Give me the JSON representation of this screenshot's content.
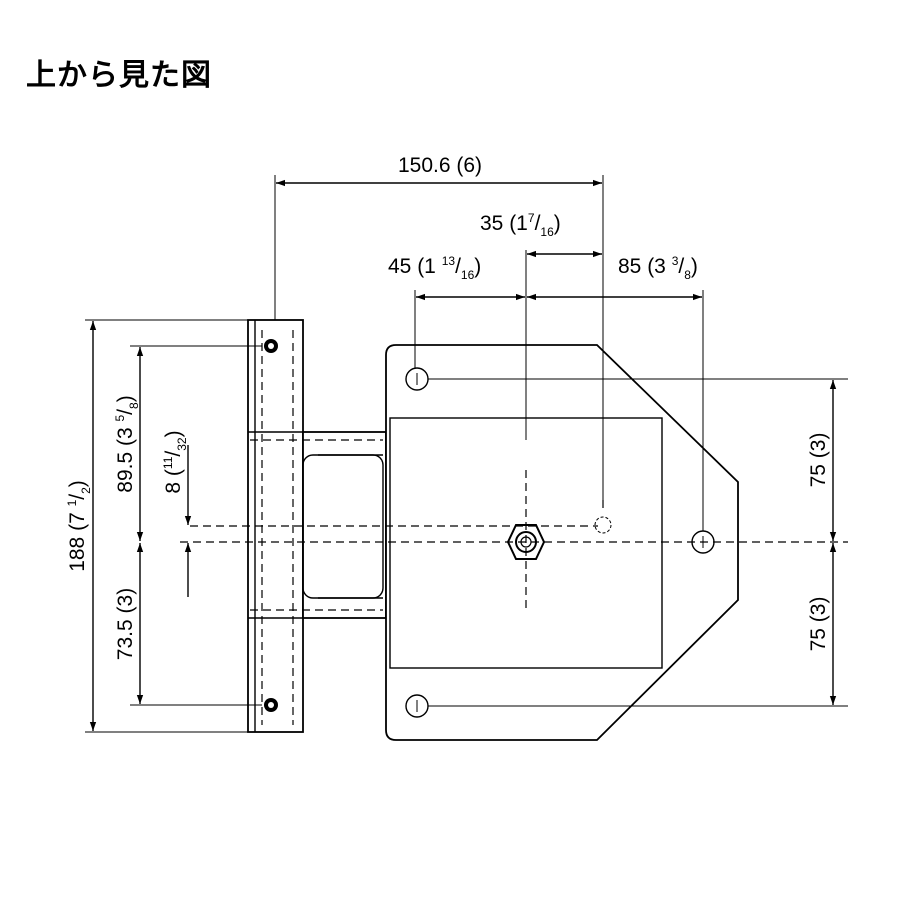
{
  "title": "上から見た図",
  "dimensions": {
    "overall_width": "150.6 (6)",
    "offset_35": {
      "main": "35 (1",
      "sup": "7",
      "slash": "/",
      "sub": "16",
      "close": ")"
    },
    "offset_45": {
      "main": "45 (1 ",
      "sup": "13",
      "slash": "/",
      "sub": "16",
      "close": ")"
    },
    "offset_85": {
      "main": "85 (3 ",
      "sup": "3",
      "slash": "/",
      "sub": "8",
      "close": ")"
    },
    "height_188": {
      "main": "188 (7 ",
      "sup": "1",
      "slash": "/",
      "sub": "2",
      "close": ")"
    },
    "height_89_5": {
      "main": "89.5 (3 ",
      "sup": "5",
      "slash": "/",
      "sub": "8",
      "close": ")"
    },
    "height_8": {
      "main": "8 (",
      "sup": "11",
      "slash": "/",
      "sub": "32",
      "close": ")"
    },
    "height_73_5": "73.5 (3)",
    "right_upper": "75 (3)",
    "right_lower": "75 (3)"
  }
}
